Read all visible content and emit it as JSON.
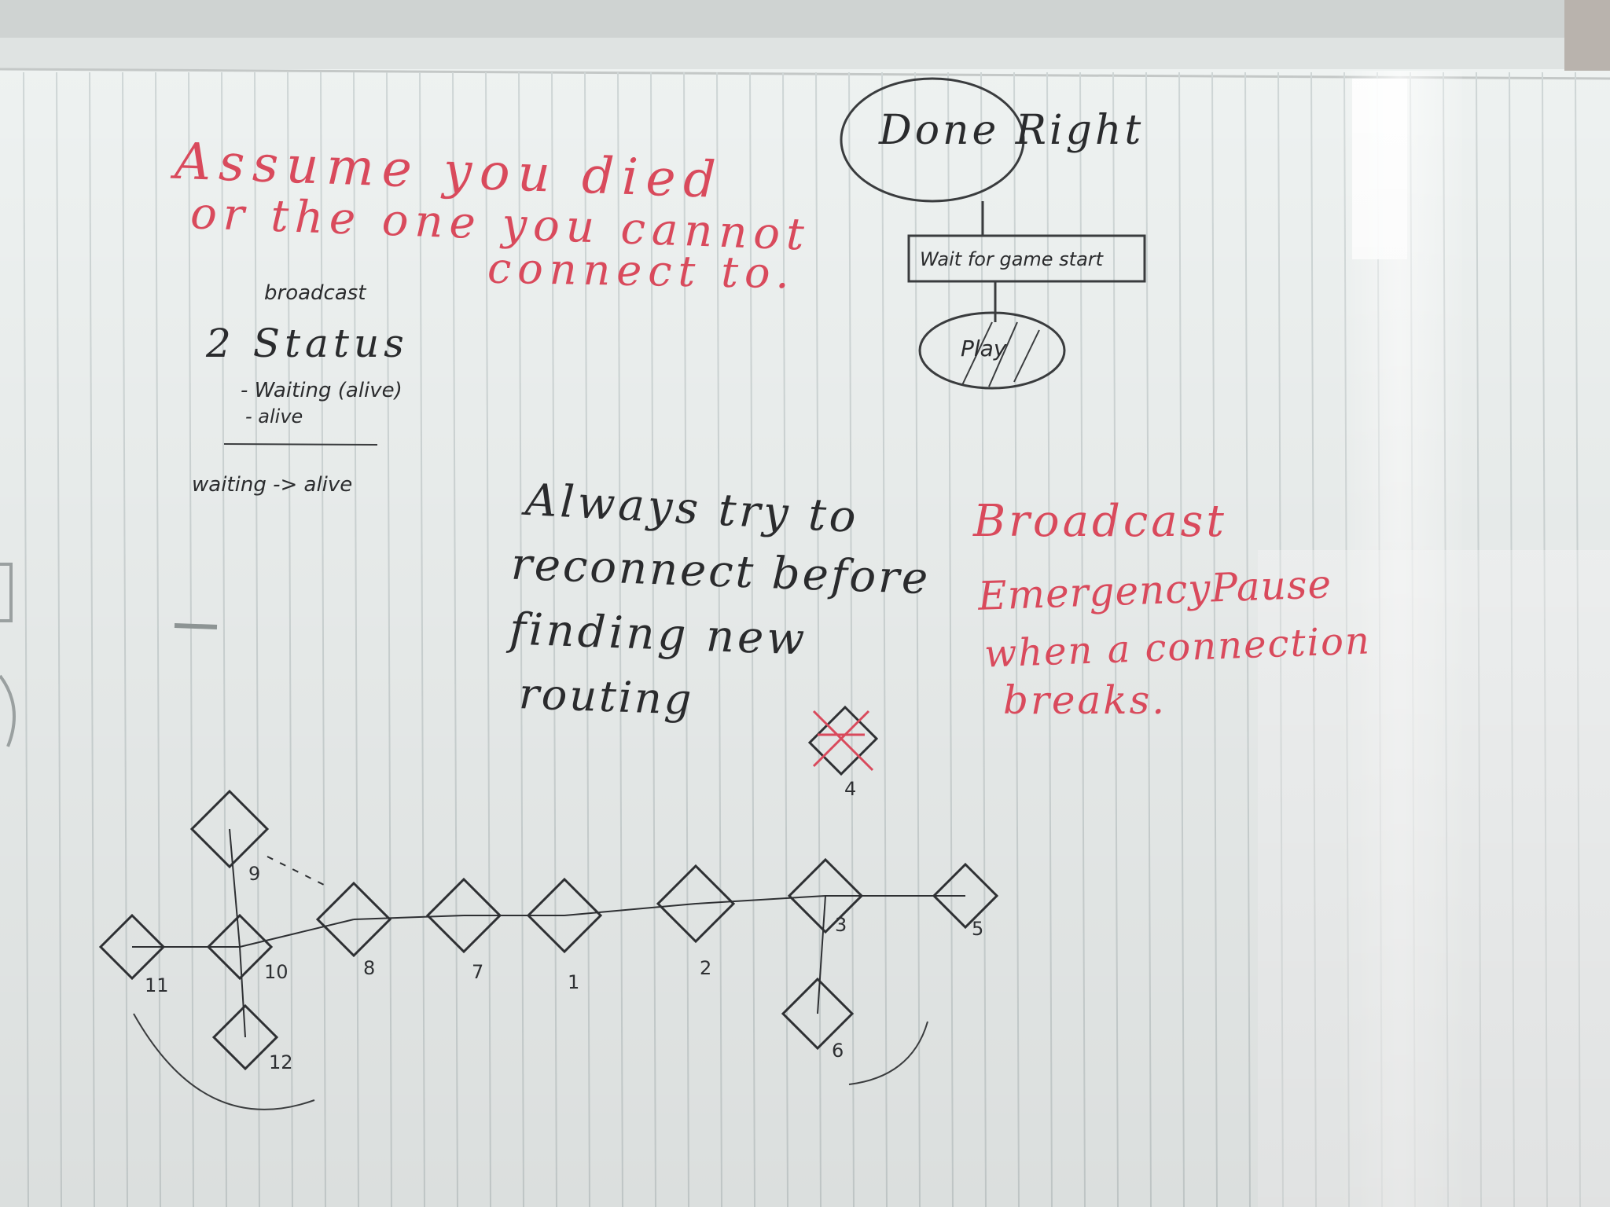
{
  "colors": {
    "board": "#eef2f1",
    "red_marker": "#d94a5c",
    "black_marker": "#2a2b2d",
    "frame": "#c9cccb"
  },
  "notes": {
    "red_top": [
      "Assume you died",
      "or the one you cannot",
      "connect to."
    ],
    "status": {
      "broadcast": "broadcast",
      "heading": "2 Status",
      "item1": "- Waiting (alive)",
      "item2": "- alive",
      "transition": "waiting -> alive"
    },
    "flow": {
      "done": "Done Right",
      "wait": "Wait for game start",
      "play": "Play"
    },
    "reconnect": [
      "Always try to",
      "reconnect before",
      "finding new",
      "routing"
    ],
    "red_right": [
      "Broadcast",
      "EmergencyPause",
      "when a connection",
      "breaks."
    ]
  },
  "diagram": {
    "node_labels": [
      "9",
      "10",
      "11",
      "12",
      "8",
      "7",
      "1",
      "2",
      "3",
      "5",
      "6",
      "4"
    ]
  }
}
